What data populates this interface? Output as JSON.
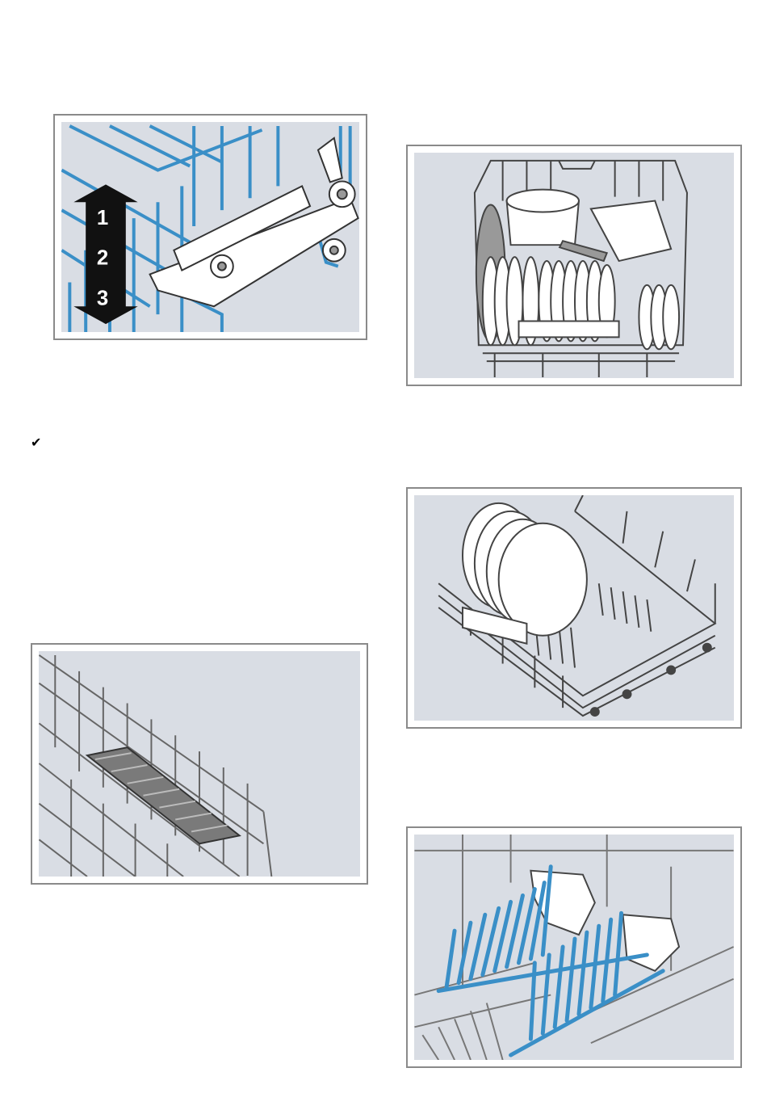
{
  "figures": {
    "height_adjuster": {
      "levels": [
        "1",
        "2",
        "3"
      ]
    }
  },
  "bullet": {
    "icon": "check-icon",
    "symbol": "✔"
  },
  "colors": {
    "panel_bg": "#d9dde4",
    "rack_blue": "#3a8fc7",
    "arrow": "#111111"
  }
}
